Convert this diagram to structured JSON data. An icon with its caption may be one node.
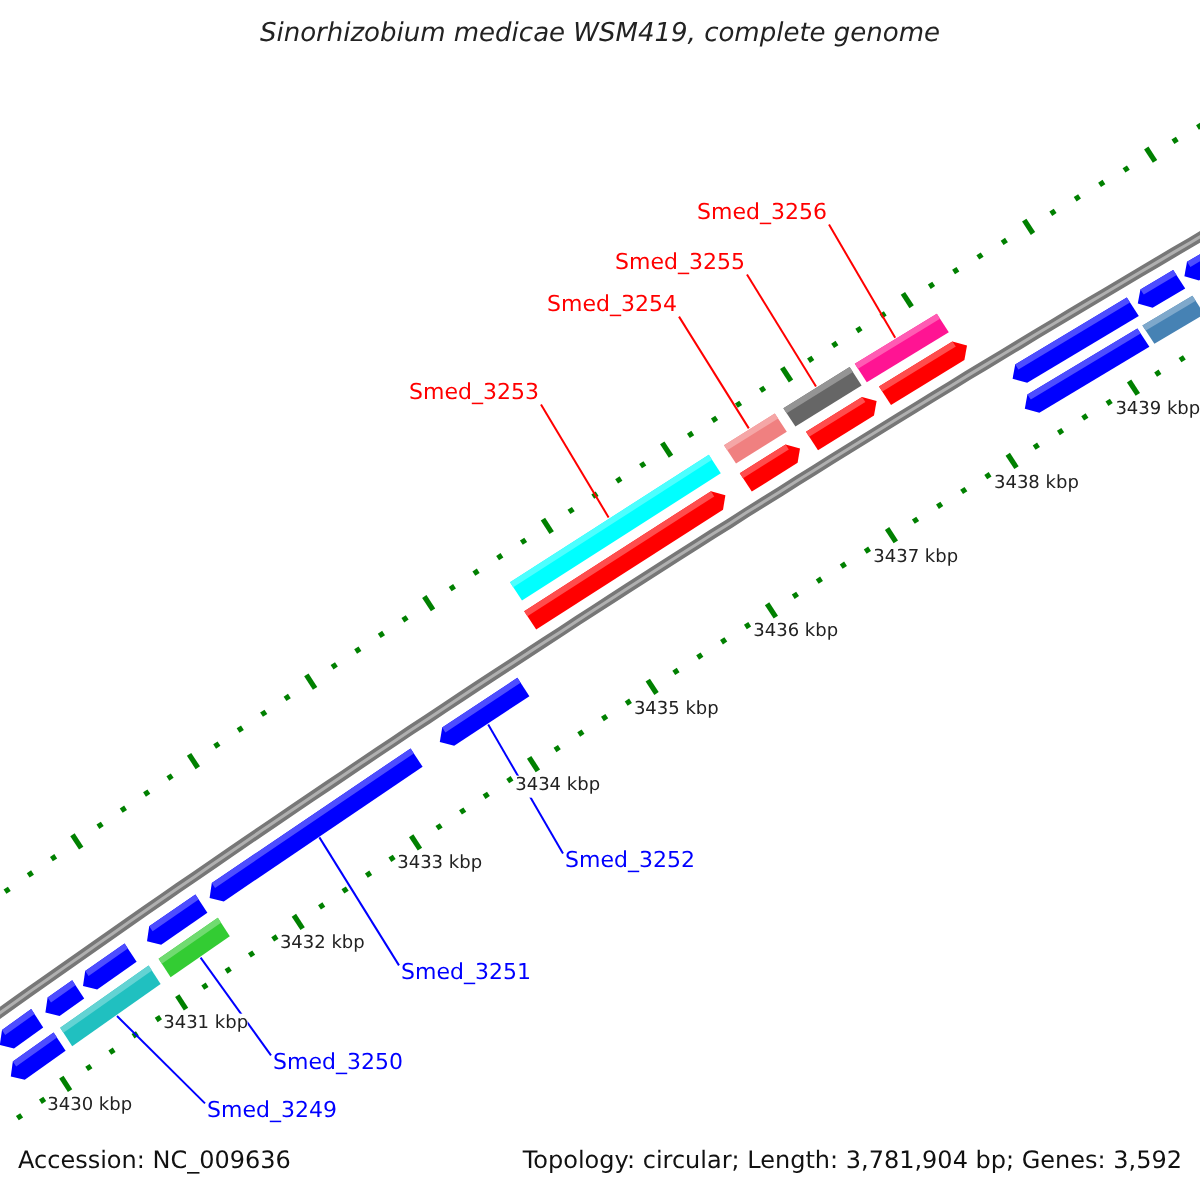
{
  "diagram": {
    "title": "Sinorhizobium medicae WSM419, complete genome",
    "nodes": [
      {
        "text": [
          "Smed_3256"
        ]
      },
      {
        "text": [
          "Smed_3255"
        ]
      },
      {
        "text": [
          "Smed_3254"
        ]
      },
      {
        "text": [
          "Smed_3253"
        ]
      },
      {
        "text": [
          "Smed_3252"
        ]
      },
      {
        "text": [
          "Smed_3251"
        ]
      },
      {
        "text": [
          "Smed_3250"
        ]
      },
      {
        "text": [
          "Smed_3249"
        ]
      },
      {
        "text": [],
        "shape": "arrow"
      },
      {
        "text": [],
        "shape": "arrow"
      },
      {
        "text": [],
        "shape": "arrow"
      },
      {
        "text": [],
        "shape": "bar"
      },
      {
        "text": [],
        "shape": "arrow"
      },
      {
        "text": [],
        "shape": "arrow"
      },
      {
        "text": [],
        "shape": "bar"
      },
      {
        "text": [],
        "shape": "arrow"
      },
      {
        "text": [],
        "shape": "arrow"
      },
      {
        "text": [],
        "shape": "arrow"
      },
      {
        "text": [],
        "shape": "bar"
      },
      {
        "text": [],
        "shape": "arrow"
      },
      {
        "text": [],
        "shape": "bar"
      },
      {
        "text": [],
        "shape": "bar"
      },
      {
        "text": [],
        "shape": "arrow"
      },
      {
        "text": [],
        "shape": "bar"
      },
      {
        "text": [],
        "shape": "arrow"
      },
      {
        "text": [],
        "shape": "arrow"
      },
      {
        "text": [],
        "shape": "arrow"
      },
      {
        "text": [],
        "shape": "arrow"
      },
      {
        "text": [],
        "shape": "bar"
      },
      {
        "text": [],
        "shape": "arrow"
      }
    ],
    "edges": [
      {
        "from": 0,
        "to": 23,
        "arrow": "none",
        "color": "#ff0000"
      },
      {
        "from": 1,
        "to": 21,
        "arrow": "none",
        "color": "#ff0000"
      },
      {
        "from": 2,
        "to": 20,
        "arrow": "none",
        "color": "#ff0000"
      },
      {
        "from": 3,
        "to": 18,
        "arrow": "none",
        "color": "#ff0000"
      },
      {
        "from": 4,
        "to": 16,
        "arrow": "none",
        "color": "#0000ff"
      },
      {
        "from": 5,
        "to": 15,
        "arrow": "none",
        "color": "#0000ff"
      },
      {
        "from": 6,
        "to": 14,
        "arrow": "none",
        "color": "#0000ff"
      },
      {
        "from": 7,
        "to": 11,
        "arrow": "none",
        "color": "#0000ff"
      }
    ],
    "labels": [
      "3439 kbp",
      "3438 kbp",
      "3437 kbp",
      "3436 kbp",
      "3435 kbp",
      "3434 kbp",
      "3433 kbp",
      "3432 kbp",
      "3431 kbp",
      "3430 kbp",
      "Accession: NC_009636",
      "Topology: circular; Length: 3,781,904 bp; Genes: 3,592"
    ]
  }
}
